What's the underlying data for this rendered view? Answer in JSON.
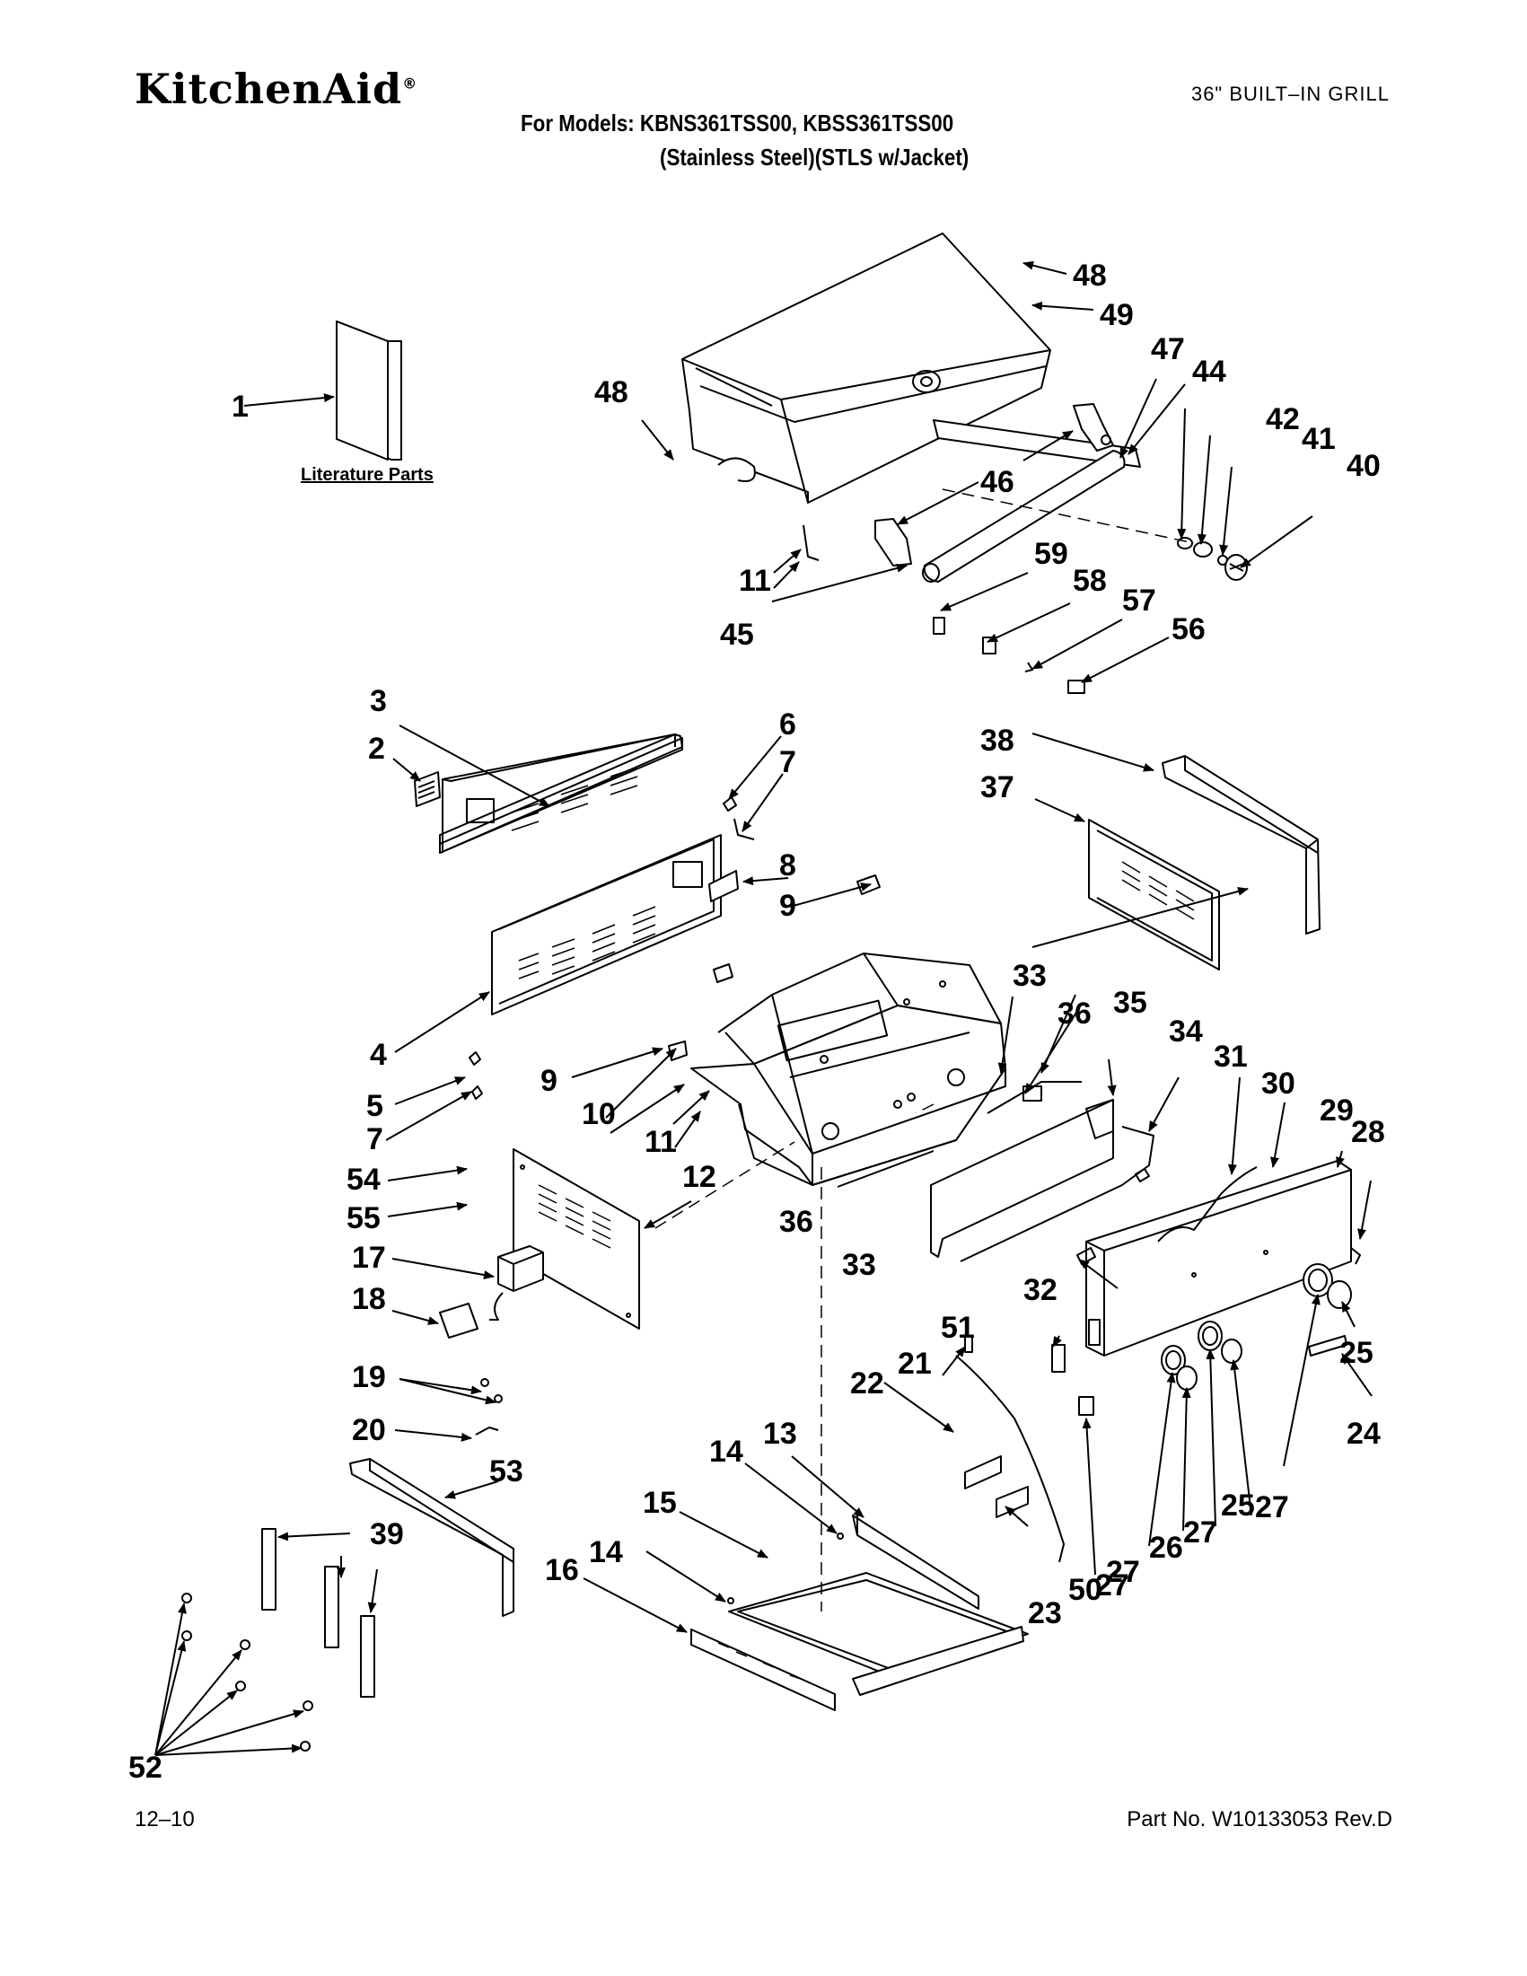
{
  "header": {
    "brand": "KitchenAid",
    "brand_mark": "®",
    "product": "36\" BUILT–IN GRILL",
    "models": "For Models: KBNS361TSS00, KBSS361TSS00",
    "material": "(Stainless Steel)(STLS w/Jacket)"
  },
  "literature_label": "Literature Parts",
  "footer": {
    "date": "12–10",
    "part_no": "Part No. W10133053 Rev.D"
  },
  "callouts": [
    "1",
    "2",
    "3",
    "4",
    "5",
    "6",
    "7",
    "7",
    "8",
    "9",
    "9",
    "10",
    "11",
    "11",
    "12",
    "13",
    "14",
    "14",
    "15",
    "16",
    "17",
    "18",
    "19",
    "20",
    "21",
    "22",
    "23",
    "24",
    "25",
    "25",
    "26",
    "27",
    "27",
    "27",
    "27",
    "28",
    "29",
    "30",
    "31",
    "32",
    "33",
    "33",
    "34",
    "35",
    "36",
    "36",
    "37",
    "38",
    "39",
    "40",
    "41",
    "42",
    "44",
    "45",
    "46",
    "47",
    "48",
    "48",
    "49",
    "50",
    "51",
    "52",
    "53",
    "54",
    "55",
    "56",
    "57",
    "58",
    "59"
  ]
}
